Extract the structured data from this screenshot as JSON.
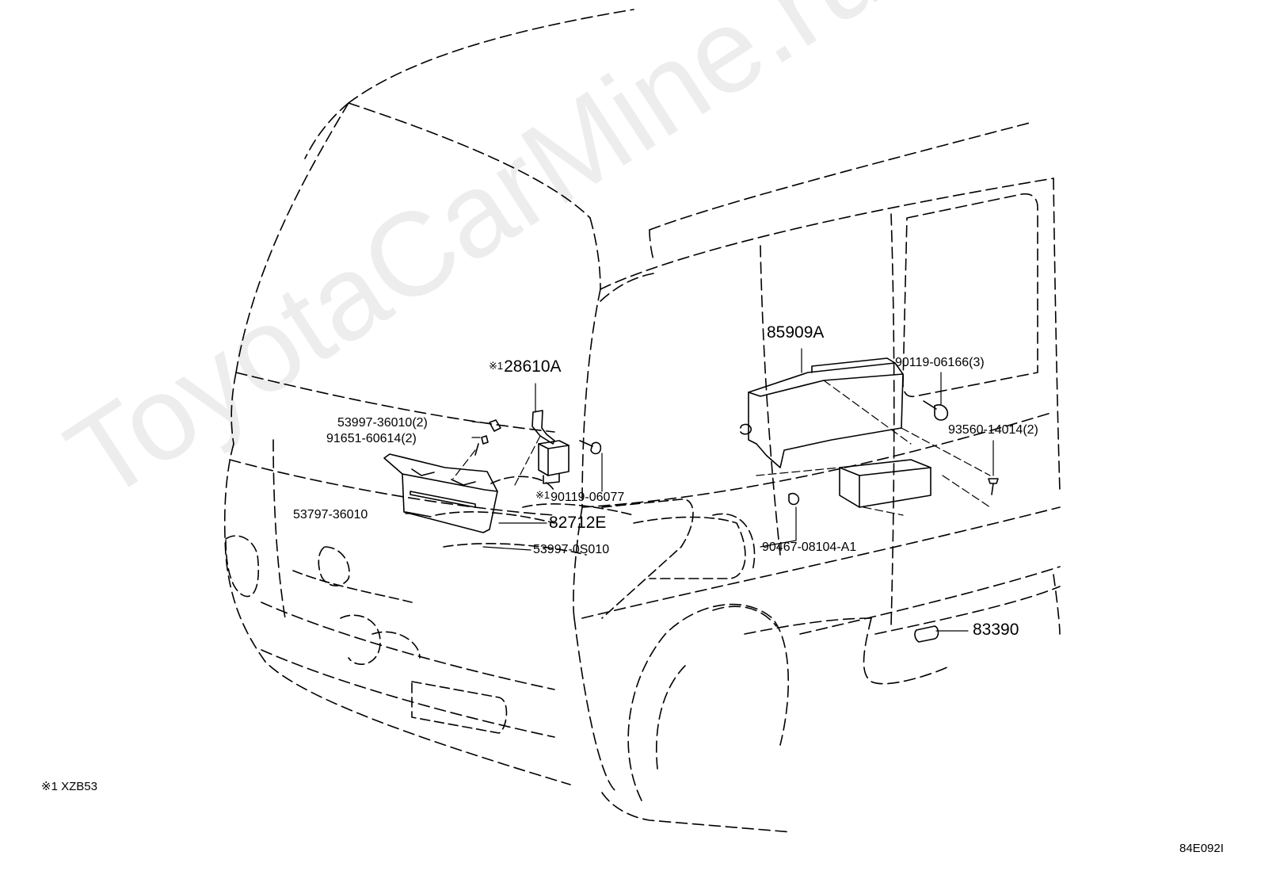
{
  "watermark": "ToyotaCarMine.ru",
  "labels": {
    "p28610A_mark": "※1",
    "p28610A": "28610A",
    "p53997_36010": "53997-36010(2)",
    "p91651_60614": "91651-60614(2)",
    "p53797_36010": "53797-36010",
    "p90119_06077_mark": "※1",
    "p90119_06077": "90119-06077",
    "p82712E": "82712E",
    "p53997_0S010": "53997-0S010",
    "p85909A": "85909A",
    "p90119_06166": "90119-06166(3)",
    "p93560_14014": "93560-14014(2)",
    "p90467_08104": "90467-08104-A1",
    "p83390": "83390"
  },
  "footnote": "※1 XZB53",
  "diagram_code": "84E092I"
}
